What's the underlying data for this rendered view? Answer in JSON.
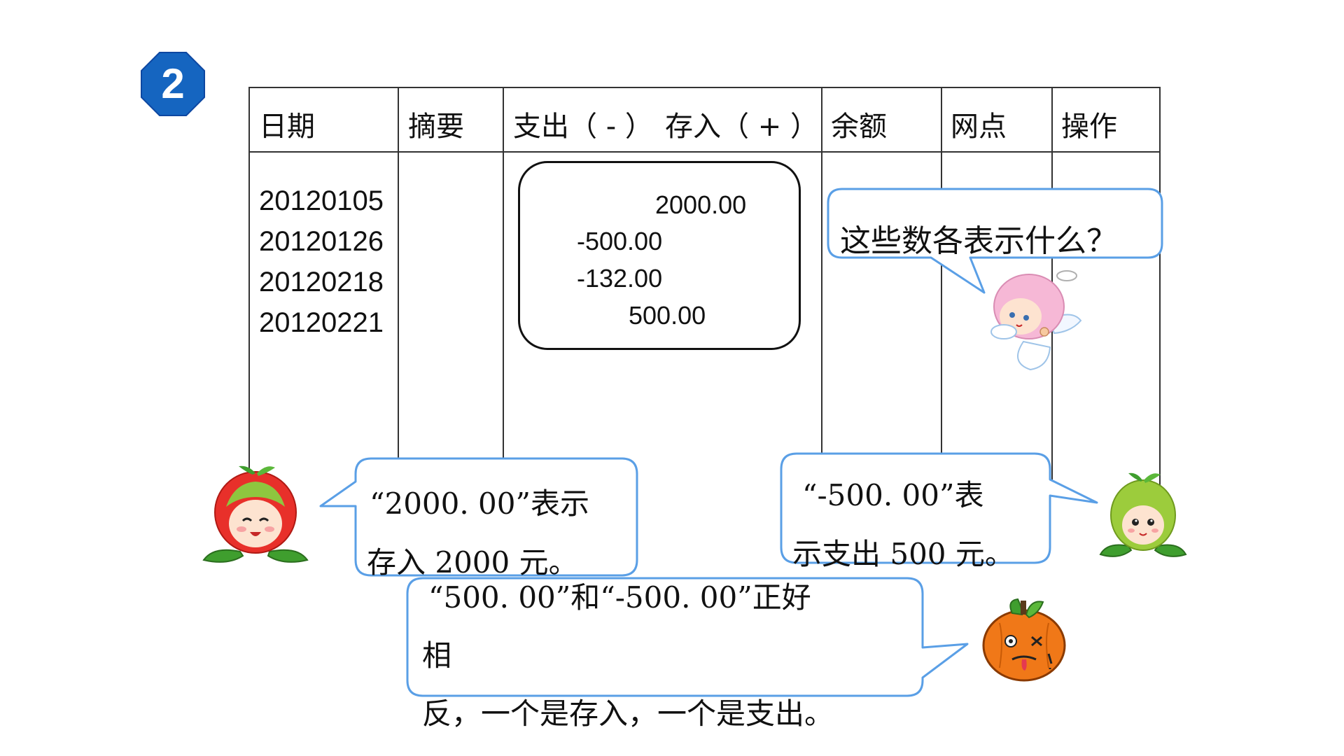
{
  "problem": {
    "number": "2"
  },
  "ledger": {
    "headers": {
      "date": "日期",
      "summary": "摘要",
      "expense": "支出（ - ）",
      "deposit": "存入（ + ）",
      "balance": "余额",
      "branch": "网点",
      "operator": "操作"
    },
    "dates": [
      "20120105",
      "20120126",
      "20120218",
      "20120221"
    ],
    "amounts": [
      "2000.00",
      "-500.00",
      "-132.00",
      "500.00"
    ]
  },
  "bubbles": {
    "angel": "这些数各表示什么？",
    "apple": {
      "line1": "“2000. 00”表示",
      "line2": "存入 2000 元。"
    },
    "pear": {
      "line1": "“-500. 00”表",
      "line2": "示支出 500 元。"
    },
    "orange": {
      "line1": "“500. 00”和“-500. 00”正好",
      "line2": "相",
      "line3": "反，一个是存入，一个是支出。"
    }
  },
  "colors": {
    "badge": "#1565c0",
    "bubble_border": "#5a9fe6",
    "apple": "#e8302a",
    "pear": "#9ccc3c",
    "orange": "#f07818",
    "angel_hair": "#f6b8d6"
  },
  "characters": {
    "apple": "apple-girl-icon",
    "pear": "pear-girl-icon",
    "orange": "orange-boy-icon",
    "angel": "angel-girl-icon"
  }
}
